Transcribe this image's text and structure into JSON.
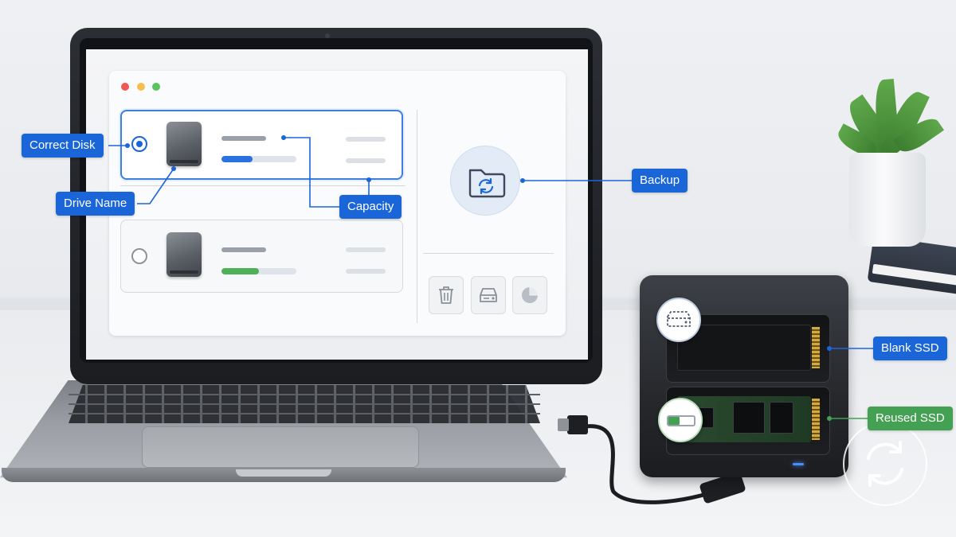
{
  "callouts": {
    "correct_disk": "Correct Disk",
    "drive_name": "Drive Name",
    "capacity": "Capacity",
    "backup": "Backup",
    "blank_ssd": "Blank SSD",
    "reused_ssd": "Reused SSD"
  },
  "window": {
    "traffic_lights": [
      "#ee5a52",
      "#f5be4f",
      "#5cc361"
    ]
  },
  "disks": [
    {
      "selected": true,
      "capacity_fill": 0.42,
      "bar_color": "#2a72e0"
    },
    {
      "selected": false,
      "capacity_fill": 0.5,
      "bar_color": "#4fb05a"
    }
  ],
  "icons": {
    "drive_a": "hard-drive-icon",
    "drive_b": "hard-drive-icon",
    "backup": "folder-sync-icon",
    "delete": "trash-icon",
    "disk_tool": "disk-tool-icon",
    "usage": "pie-chart-icon",
    "blank_ssd_badge": "empty-drive-icon",
    "reused_ssd_badge": "partially-filled-drive-icon",
    "watermark": "sync-arrows-icon"
  },
  "colors": {
    "accent": "#1a66d9",
    "reused_accent": "#44a153"
  },
  "reused_ssd_fill": 0.45
}
